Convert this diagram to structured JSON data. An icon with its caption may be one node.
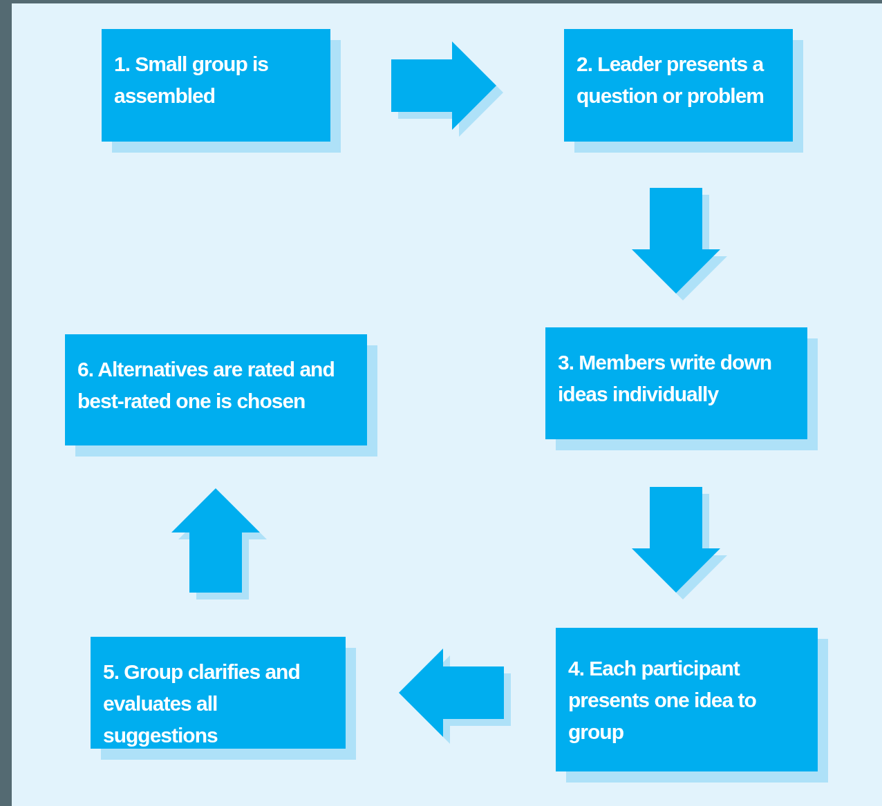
{
  "diagram": {
    "nodes": [
      {
        "text": [
          "1. Small group is assembled"
        ]
      },
      {
        "text": [
          "2. Leader presents a question or problem"
        ]
      },
      {
        "text": [
          "3. Members write down ideas individually"
        ]
      },
      {
        "text": [
          "4. Each participant presents one idea to group"
        ]
      },
      {
        "text": [
          "5. Group clarifies and evaluates all suggestions"
        ]
      },
      {
        "text": [
          "6. Alternatives are rated and best-rated one is chosen"
        ]
      }
    ],
    "edges": [
      {
        "from": 0,
        "to": 1,
        "arrow": "to"
      },
      {
        "from": 1,
        "to": 2,
        "arrow": "to"
      },
      {
        "from": 2,
        "to": 3,
        "arrow": "to"
      },
      {
        "from": 3,
        "to": 4,
        "arrow": "to"
      },
      {
        "from": 4,
        "to": 5,
        "arrow": "to"
      }
    ]
  }
}
